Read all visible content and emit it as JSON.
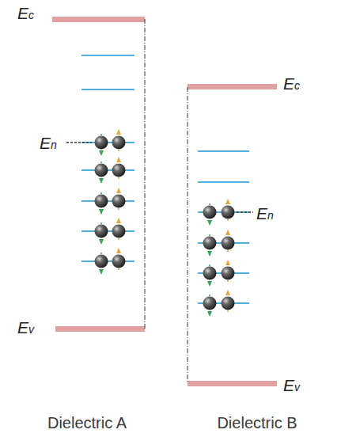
{
  "diagram": {
    "labels": [
      "Ec",
      "En",
      "Ev",
      "Ec",
      "En",
      "Ev",
      "Dielectric A",
      "Dielectric B"
    ]
  }
}
